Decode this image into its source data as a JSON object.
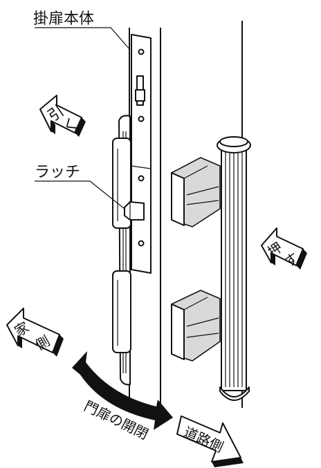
{
  "diagram": {
    "labels": {
      "gate_body": "掛扉本体",
      "latch": "ラッチ",
      "pull": [
        "引",
        "く"
      ],
      "push": [
        "押",
        "す"
      ],
      "house_side": [
        "家",
        "側"
      ],
      "road_side": "道路側",
      "opening": "門扉の開閉"
    }
  }
}
